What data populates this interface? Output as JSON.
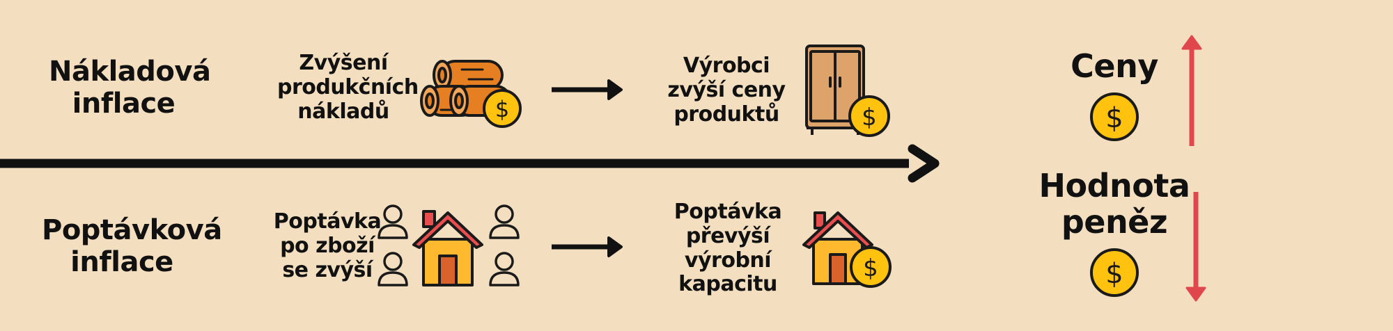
{
  "rows": {
    "cost": {
      "title": "Nákladová inflace",
      "cause": "Zvýšení produkčních nákladů",
      "effect": "Výrobci zvýší ceny produktů",
      "cause_icon": "logs-with-coin-icon",
      "effect_icon": "wardrobe-with-coin-icon"
    },
    "demand": {
      "title": "Poptávková inflace",
      "cause": "Poptávka po zboží se zvýší",
      "effect": "Poptávka převýší výrobní kapacitu",
      "cause_icon": "house-with-people-icon",
      "effect_icon": "house-with-coin-icon"
    }
  },
  "results": {
    "prices_label": "Ceny",
    "prices_direction": "up",
    "money_value_label": "Hodnota peněz",
    "money_value_direction": "down"
  },
  "coin_symbol": "$",
  "colors": {
    "background": "#F3DFBF",
    "up_down_arrow": "#E0474C",
    "coin": "#FFC20E",
    "roof": "#E94E4E",
    "house": "#FFB92E",
    "door": "#D9632B",
    "wood": "#E67E22",
    "wardrobe": "#DEA26B"
  }
}
